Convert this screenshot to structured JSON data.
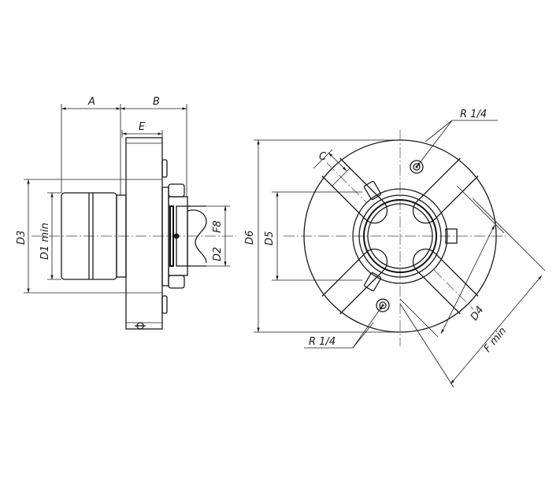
{
  "dimensions": {
    "A": "A",
    "B": "B",
    "E": "E",
    "D3": "D3",
    "D1": "D1 min",
    "D2": "D2",
    "F8": "F8",
    "D6": "D6",
    "D5": "D5",
    "D4": "D4",
    "Fmin": "F min",
    "C": "C",
    "R_top": "R 1/4",
    "R_bottom": "R 1/4"
  },
  "colors": {
    "line": "#1a1a1a",
    "background": "#ffffff"
  }
}
